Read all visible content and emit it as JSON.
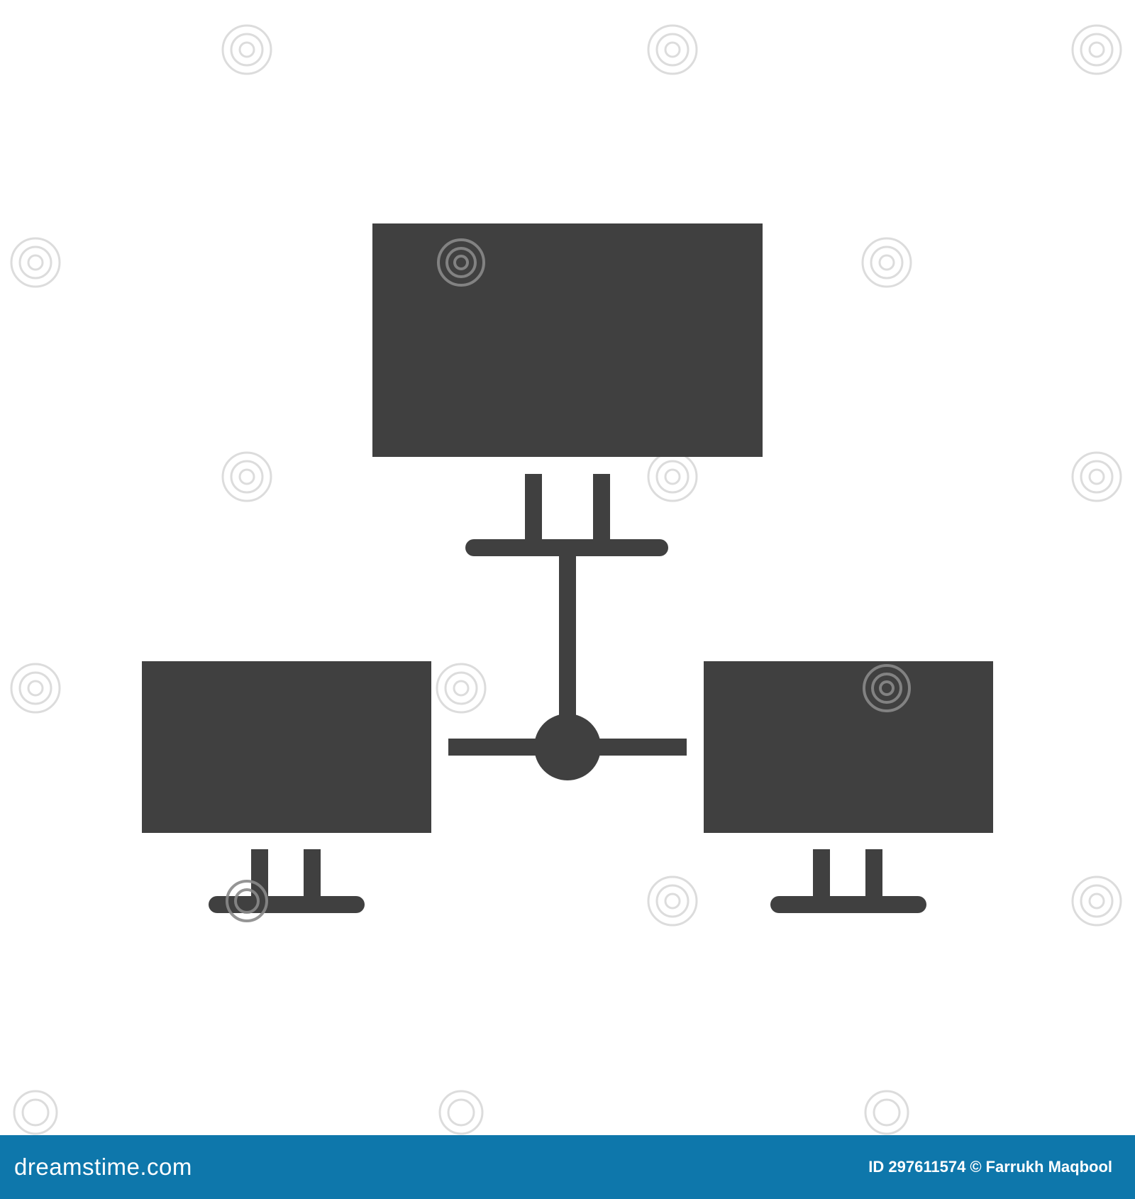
{
  "illustration": {
    "subject": "network-icon",
    "fill_color": "#404040",
    "background_color": "#ffffff"
  },
  "watermark": {
    "text": "dreamstime",
    "logo": "spiral-icon",
    "color": "#cccccc"
  },
  "footer": {
    "background_color": "#0e77ab",
    "brand": "dreamstime.com",
    "id_label": "ID 297611574",
    "copyright_symbol": "©",
    "author": "Farrukh Maqbool"
  }
}
